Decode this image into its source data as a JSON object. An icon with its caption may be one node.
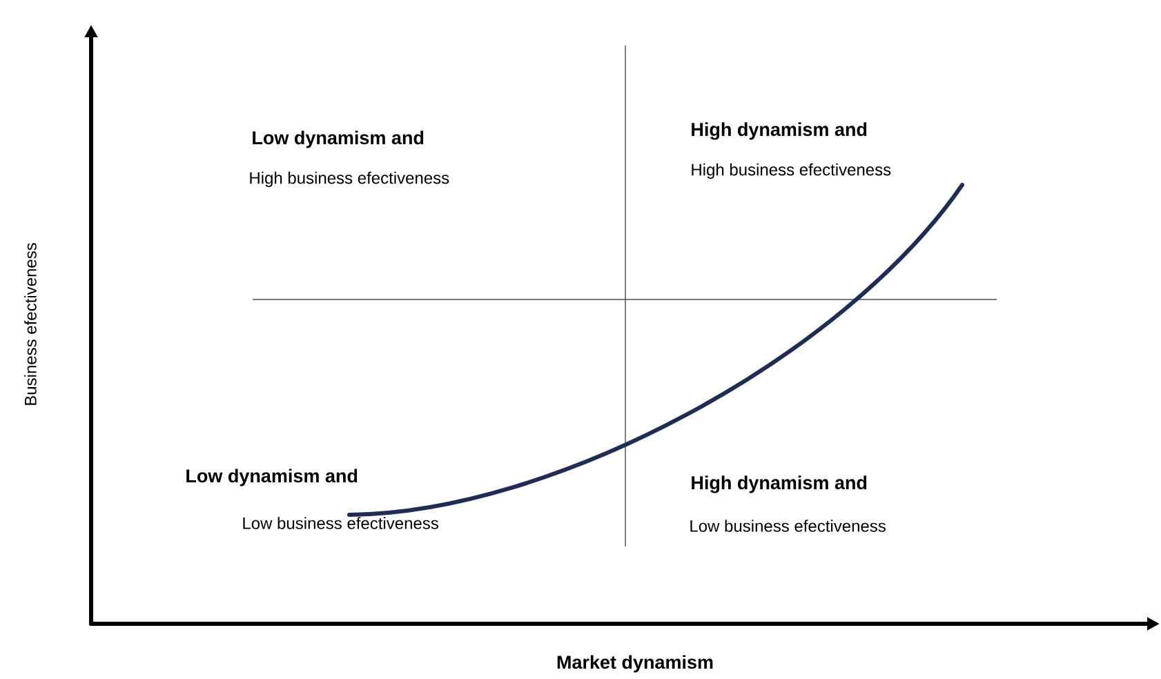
{
  "diagram": {
    "labels": [
      "Low dynamism and",
      "High business efectiveness",
      "High dynamism and",
      "High business efectiveness",
      "Business efectiveness",
      "Low dynamism and",
      "Low business efectiveness",
      "High dynamism and",
      "Low business efectiveness",
      "Market dynamism"
    ]
  }
}
